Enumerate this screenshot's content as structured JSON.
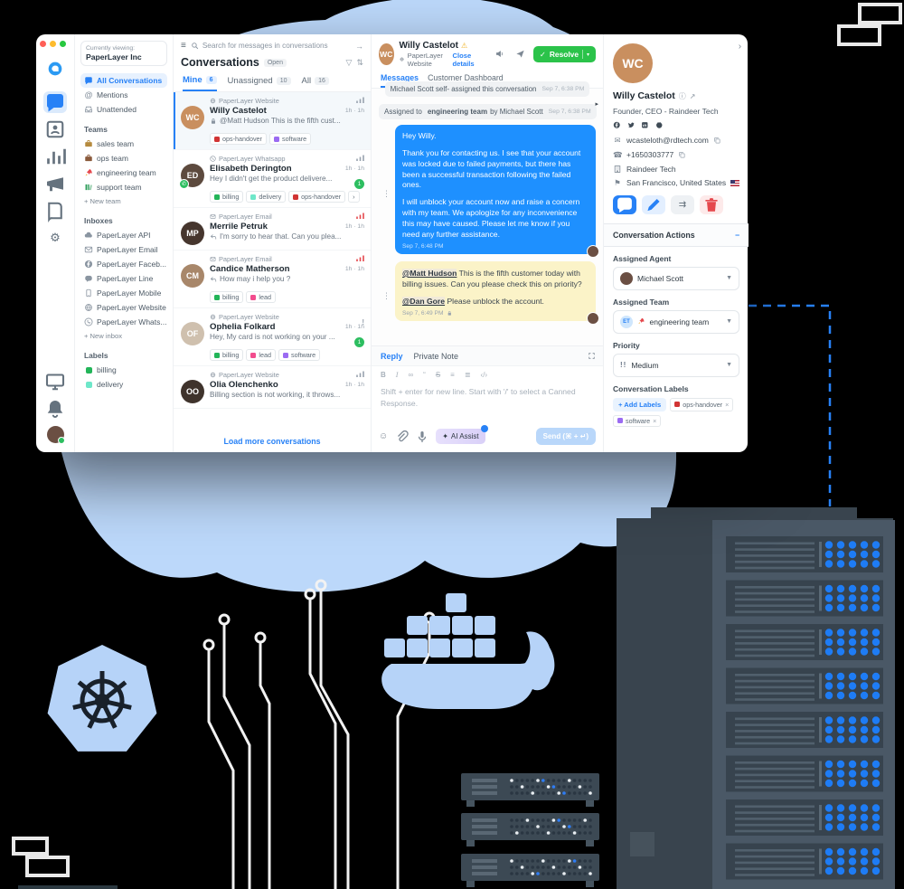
{
  "decor": {
    "blob_color": "#bcd8fa",
    "illustration_blue": "#b6d3f8",
    "accent_blue": "#2781f6",
    "rack_back": "#39444e",
    "rack_front": "#4a5866",
    "rack_unit": "#37434e",
    "rack_vent": "#51606d",
    "rack_dot_blue": "#1e7cf5",
    "circuit_color": "#f2f2f2"
  },
  "app": {
    "workspace": {
      "label": "Currently viewing:",
      "name": "PaperLayer Inc"
    },
    "rail_icons": [
      "logo",
      "chat",
      "contacts",
      "chart",
      "megaphone",
      "book",
      "gear",
      "monitor",
      "bell",
      "avatar"
    ],
    "sidebar": {
      "primary": [
        {
          "label": "All Conversations",
          "icon": "chat",
          "active": true
        },
        {
          "label": "Mentions",
          "icon": "at",
          "active": false
        },
        {
          "label": "Unattended",
          "icon": "tray",
          "active": false
        }
      ],
      "sections": [
        {
          "title": "Teams",
          "items": [
            {
              "label": "sales team",
              "icon": "briefcase",
              "icon_color": "#b58a3e"
            },
            {
              "label": "ops team",
              "icon": "briefcase",
              "icon_color": "#8a5a3b"
            },
            {
              "label": "engineering team",
              "icon": "rocket",
              "icon_color": "#e5484d"
            },
            {
              "label": "support team",
              "icon": "books",
              "icon_color": "#2e9e5b"
            }
          ],
          "footer": "+ New team"
        },
        {
          "title": "Inboxes",
          "items": [
            {
              "label": "PaperLayer API",
              "icon": "cloud"
            },
            {
              "label": "PaperLayer Email",
              "icon": "mail"
            },
            {
              "label": "PaperLayer Faceb...",
              "icon": "facebook"
            },
            {
              "label": "PaperLayer Line",
              "icon": "line"
            },
            {
              "label": "PaperLayer Mobile",
              "icon": "mobile"
            },
            {
              "label": "PaperLayer Website",
              "icon": "globe"
            },
            {
              "label": "PaperLayer Whats...",
              "icon": "whatsapp"
            }
          ],
          "footer": "+ New inbox"
        },
        {
          "title": "Labels",
          "items": [
            {
              "label": "billing",
              "swatch": "#23b559"
            },
            {
              "label": "delivery",
              "swatch": "#6ee7c9"
            }
          ],
          "footer": ""
        }
      ]
    },
    "list": {
      "search_placeholder": "Search for messages in conversations",
      "title": "Conversations",
      "status_chip": "Open",
      "tabs": [
        {
          "label": "Mine",
          "count": "6",
          "active": true
        },
        {
          "label": "Unassigned",
          "count": "10",
          "active": false
        },
        {
          "label": "All",
          "count": "16",
          "active": false
        }
      ],
      "conversations": [
        {
          "inbox": "PaperLayer Website",
          "inbox_icon": "globe",
          "name": "Willy Castelot",
          "initials": "WC",
          "avatar_color": "#c98f5f",
          "time": "1h · 1h",
          "preview": "@Matt Hudson This is the fifth cust...",
          "prefix": "lock",
          "priority": "medium",
          "unread": "",
          "active": true,
          "whatsapp_badge": false,
          "labels": [
            {
              "text": "ops-handover",
              "color": "#d13434"
            },
            {
              "text": "software",
              "color": "#9b6bf2"
            }
          ],
          "more": false
        },
        {
          "inbox": "PaperLayer Whatsapp",
          "inbox_icon": "whatsapp",
          "name": "Elisabeth Derington",
          "initials": "ED",
          "avatar_color": "#5d4a3e",
          "time": "1h · 1h",
          "preview": "Hey I didn't get the product delivere...",
          "prefix": "",
          "priority": "medium",
          "unread": "1",
          "active": false,
          "whatsapp_badge": true,
          "labels": [
            {
              "text": "billing",
              "color": "#23b559"
            },
            {
              "text": "delivery",
              "color": "#6ee7c9"
            },
            {
              "text": "ops-handover",
              "color": "#d13434"
            }
          ],
          "more": true
        },
        {
          "inbox": "PaperLayer Email",
          "inbox_icon": "mail",
          "name": "Merrile Petruk",
          "initials": "MP",
          "avatar_color": "#46362e",
          "time": "1h · 1h",
          "preview": "I'm sorry to hear that. Can you plea...",
          "prefix": "reply",
          "priority": "urgent",
          "unread": "",
          "active": false,
          "whatsapp_badge": false,
          "labels": [],
          "more": false
        },
        {
          "inbox": "PaperLayer Email",
          "inbox_icon": "mail",
          "name": "Candice Matherson",
          "initials": "CM",
          "avatar_color": "#a8876a",
          "time": "1h · 1h",
          "preview": "How may i help you ?",
          "prefix": "reply",
          "priority": "urgent",
          "unread": "",
          "active": false,
          "whatsapp_badge": false,
          "labels": [
            {
              "text": "billing",
              "color": "#23b559"
            },
            {
              "text": "lead",
              "color": "#f24c8d"
            }
          ],
          "more": false
        },
        {
          "inbox": "PaperLayer Website",
          "inbox_icon": "globe",
          "name": "Ophelia Folkard",
          "initials": "OF",
          "avatar_color": "#cfc0ae",
          "time": "1h · 1h",
          "preview": "Hey, My card is not working on your ...",
          "prefix": "",
          "priority": "low",
          "unread": "1",
          "active": false,
          "whatsapp_badge": false,
          "labels": [
            {
              "text": "billing",
              "color": "#23b559"
            },
            {
              "text": "lead",
              "color": "#f24c8d"
            },
            {
              "text": "software",
              "color": "#9b6bf2"
            }
          ],
          "more": false
        },
        {
          "inbox": "PaperLayer Website",
          "inbox_icon": "globe",
          "name": "Olia Olenchenko",
          "initials": "OO",
          "avatar_color": "#3f332c",
          "time": "1h · 1h",
          "preview": "Billing section is not working, it throws...",
          "prefix": "",
          "priority": "medium",
          "unread": "",
          "active": false,
          "whatsapp_badge": false,
          "labels": [],
          "more": false
        }
      ],
      "load_more": "Load more conversations"
    },
    "chat": {
      "header": {
        "name": "Willy Castelot",
        "inbox": "PaperLayer Website",
        "close_details": "Close details",
        "resolve_label": "Resolve"
      },
      "tabs": [
        {
          "label": "Messages",
          "active": true
        },
        {
          "label": "Customer Dashboard",
          "active": false
        }
      ],
      "clipped_banner": {
        "text": "Michael Scott self- assigned this conversation",
        "time": "Sep 7, 6:38 PM"
      },
      "assign_banner": {
        "pre": "Assigned to",
        "team": "engineering team",
        "post": "by Michael Scott",
        "time": "Sep 7, 6:38 PM"
      },
      "outgoing": {
        "p1": "Hey Willy.",
        "p2": "Thank you for contacting us. I see that your account was locked due to failed payments, but there has been a successful transaction following the failed ones.",
        "p3": "I will unblock your account now and raise a concern with my team. We apologize for any inconvenience this may have caused. Please let me know if you need any further assistance.",
        "time": "Sep 7, 6:48 PM"
      },
      "note": {
        "m1": "@Matt Hudson",
        "p1": " This is the fifth customer today with billing issues. Can you please check this on priority?",
        "m2": "@Dan Gore",
        "p2": " Please unblock the account.",
        "time": "Sep 7, 6:49 PM"
      },
      "reply_tabs": [
        {
          "label": "Reply",
          "active": true
        },
        {
          "label": "Private Note",
          "active": false
        }
      ],
      "placeholder": "Shift + enter for new line. Start with '/' to select a Canned Response.",
      "ai_assist": "AI Assist",
      "send_label": "Send (⌘ + ↵)"
    },
    "details": {
      "name": "Willy Castelot",
      "title": "Founder, CEO - Raindeer Tech",
      "email": "wcasteloth@rdtech.com",
      "phone": "+1650303777",
      "company": "Raindeer Tech",
      "location": "San Francisco, United States",
      "actions_title": "Conversation Actions",
      "assigned_agent_label": "Assigned Agent",
      "agent_name": "Michael Scott",
      "assigned_team_label": "Assigned Team",
      "team_badge": "ET",
      "team_name": "engineering team",
      "priority_label": "Priority",
      "priority_value": "Medium",
      "labels_label": "Conversation Labels",
      "add_labels": "Add Labels",
      "labels": [
        {
          "text": "ops-handover",
          "color": "#d13434"
        },
        {
          "text": "software",
          "color": "#9b6bf2"
        }
      ]
    }
  }
}
